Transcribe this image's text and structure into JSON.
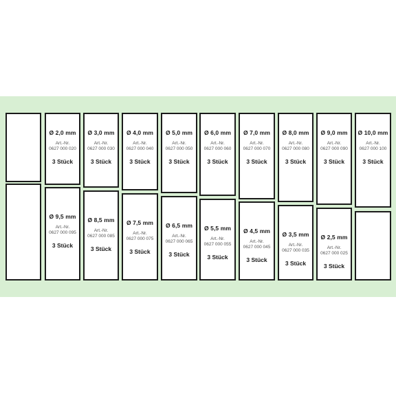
{
  "art_label": "Art.-Nr.",
  "qty_label": "3 Stück",
  "top_row": [
    {
      "diameter": "Ø 2,0 mm",
      "art_nr": "0627 000 020"
    },
    {
      "diameter": "Ø 3,0 mm",
      "art_nr": "0627 000 030"
    },
    {
      "diameter": "Ø 4,0 mm",
      "art_nr": "0627 000 040"
    },
    {
      "diameter": "Ø 5,0 mm",
      "art_nr": "0627 000 050"
    },
    {
      "diameter": "Ø 6,0 mm",
      "art_nr": "0627 000 060"
    },
    {
      "diameter": "Ø 7,0 mm",
      "art_nr": "0627 000 070"
    },
    {
      "diameter": "Ø 8,0 mm",
      "art_nr": "0627 000 080"
    },
    {
      "diameter": "Ø 9,0 mm",
      "art_nr": "0627 000 090"
    },
    {
      "diameter": "Ø 10,0 mm",
      "art_nr": "0627 000 100"
    }
  ],
  "bottom_row": [
    {
      "diameter": "Ø 9,5 mm",
      "art_nr": "0627 000 095"
    },
    {
      "diameter": "Ø 8,5 mm",
      "art_nr": "0627 000 085"
    },
    {
      "diameter": "Ø 7,5 mm",
      "art_nr": "0627 000 075"
    },
    {
      "diameter": "Ø 6,5 mm",
      "art_nr": "0627 000 065"
    },
    {
      "diameter": "Ø 5,5 mm",
      "art_nr": "0627 000 055"
    },
    {
      "diameter": "Ø 4,5 mm",
      "art_nr": "0627 000 045"
    },
    {
      "diameter": "Ø 3,5 mm",
      "art_nr": "0627 000 035"
    },
    {
      "diameter": "Ø 2,5 mm",
      "art_nr": "0627 000 025"
    }
  ]
}
